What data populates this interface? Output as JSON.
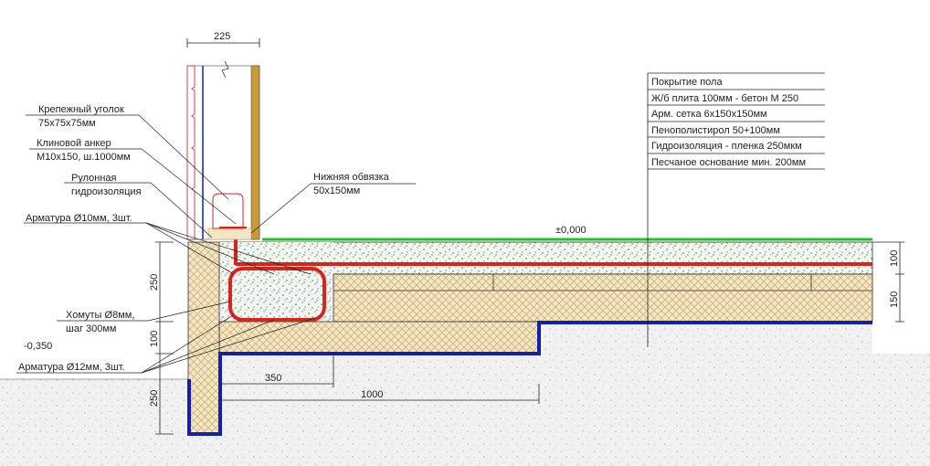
{
  "colors": {
    "rebar": "#d9241c",
    "waterproof": "#1020b0",
    "floor": "#22c02a",
    "insulation": "#f3e6c4",
    "hatch": "#c9a86a",
    "wall_siding": "#d04050",
    "timber": "#c89a3a"
  },
  "dimensions": {
    "wall_width": "225",
    "beam_height": "250",
    "under_slab": "100",
    "footing_depth": "250",
    "slab": "100",
    "insulation": "150",
    "insul_350": "350",
    "insul_1000": "1000"
  },
  "levels": {
    "floor": "±0,000",
    "ground": "-0,350"
  },
  "labels": {
    "angle_1": "Крепежный уголок",
    "angle_2": "75х75х75мм",
    "anchor_1": "Клиновой анкер",
    "anchor_2": "М10х150, ш.1000мм",
    "roll_1": "Рулонная",
    "roll_2": "гидроизоляция",
    "rebar10": "Арматура Ø10мм, 3шт.",
    "stirrups_1": "Хомуты Ø8мм,",
    "stirrups_2": "шаг 300мм",
    "rebar12": "Арматура Ø12мм, 3шт.",
    "sill_1": "Нижняя обвязка",
    "sill_2": "50х150мм"
  },
  "floor_layers": [
    "Покрытие пола",
    "Ж/б плита 100мм - бетон М 250",
    "Арм. сетка 6х150х150мм",
    "Пенополистирол 50+100мм",
    "Гидроизоляция - пленка 250мкм",
    "Песчаное основание мин. 200мм"
  ]
}
